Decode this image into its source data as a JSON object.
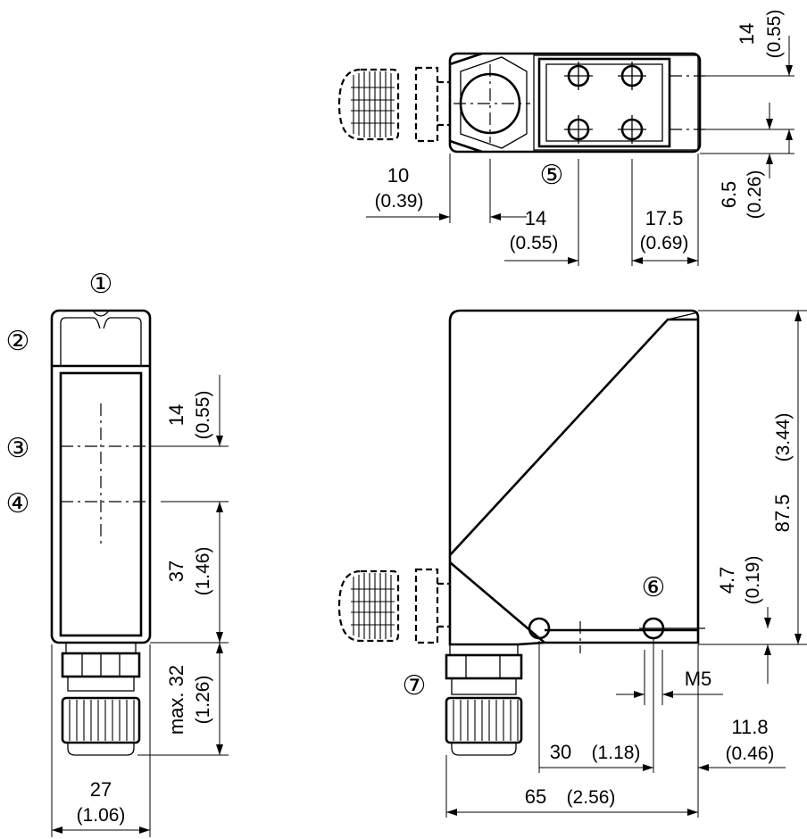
{
  "drawing": {
    "callouts": [
      "①",
      "②",
      "③",
      "④",
      "⑤",
      "⑥",
      "⑦"
    ],
    "dimensions": {
      "top_14": "14",
      "top_14_in": "(0.55)",
      "top_6_5": "6.5",
      "top_6_5_in": "(0.26)",
      "top_10": "10",
      "top_10_in": "(0.39)",
      "top_14b": "14",
      "top_14b_in": "(0.55)",
      "top_17_5": "17.5",
      "top_17_5_in": "(0.69)",
      "left_14": "14",
      "left_14_in": "(0.55)",
      "left_37": "37",
      "left_37_in": "(1.46)",
      "left_max32": "max. 32",
      "left_max32_in": "(1.26)",
      "left_27": "27",
      "left_27_in": "(1.06)",
      "right_87_5": "87.5",
      "right_87_5_in": "(3.44)",
      "right_4_7": "4.7",
      "right_4_7_in": "(0.19)",
      "right_m5": "M5",
      "right_11_8": "11.8",
      "right_11_8_in": "(0.46)",
      "right_30": "30",
      "right_30_in": "(1.18)",
      "right_65": "65",
      "right_65_in": "(2.56)"
    }
  }
}
